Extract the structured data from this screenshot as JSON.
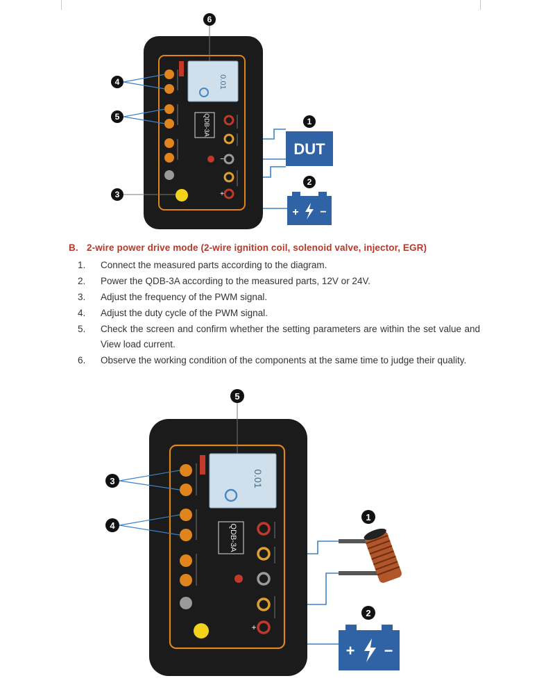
{
  "figure_top": {
    "callouts": [
      "6",
      "4",
      "5",
      "1",
      "3",
      "2"
    ],
    "dut_label": "DUT",
    "device_model": "QDB-3A",
    "battery_symbols": {
      "plus": "+",
      "minus": "−",
      "bolt": "⚡"
    },
    "screen": {
      "reading": "0.01"
    },
    "port_signs": {
      "plus": "+",
      "minus": "−"
    }
  },
  "section_b": {
    "letter": "B.",
    "title": "2-wire power drive mode (2-wire ignition coil, solenoid valve, injector, EGR)",
    "steps": [
      {
        "num": "1.",
        "text": "Connect the measured parts according to the diagram."
      },
      {
        "num": "2.",
        "text": "Power the QDB-3A according to the measured parts, 12V or 24V."
      },
      {
        "num": "3.",
        "text": "Adjust the frequency of the PWM signal."
      },
      {
        "num": "4.",
        "text": "Adjust the duty cycle of the PWM signal."
      },
      {
        "num": "5.",
        "text": "Check the screen and confirm whether the setting parameters are within the set value and View load current."
      },
      {
        "num": "6.",
        "text": "Observe the working condition of the components at the same time to judge their quality."
      }
    ]
  },
  "figure_bottom": {
    "callouts": [
      "5",
      "3",
      "4",
      "1",
      "2"
    ],
    "device_model": "QDB-3A",
    "battery_symbols": {
      "plus": "+",
      "minus": "−",
      "bolt": "⚡"
    },
    "screen": {
      "reading": "0.01"
    },
    "port_signs": {
      "plus": "+"
    }
  },
  "colors": {
    "device_body": "#1b1b1b",
    "accent_orange": "#e0851e",
    "heading_red": "#b23a2c",
    "dut_blue": "#2f63a6",
    "battery_blue": "#2f63a6",
    "coil_copper": "#b0562a",
    "wire_blue": "#3b82c8",
    "screen_blue": "#cfe0ec"
  }
}
